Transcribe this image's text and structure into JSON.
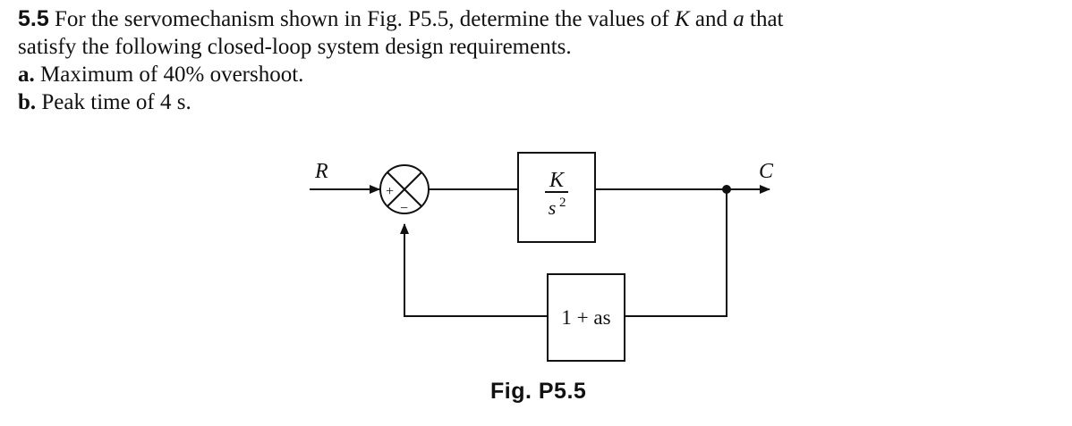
{
  "problem": {
    "number": "5.5",
    "intro_before_K": "For the servomechanism shown in Fig. P5.5, determine the values of",
    "K": "K",
    "and_word": "and",
    "a": "a",
    "intro_after_a": "that",
    "line2": "satisfy the following closed-loop system design requirements.",
    "items": [
      {
        "label": "a.",
        "text": "Maximum of 40% overshoot."
      },
      {
        "label": "b.",
        "text": "Peak time of 4 s."
      }
    ]
  },
  "diagram": {
    "input_label": "R",
    "output_label": "C",
    "junction_plus": "+",
    "junction_minus": "−",
    "forward_numerator": "K",
    "forward_denominator": "s",
    "forward_denominator_exponent": "2",
    "feedback_block": "1 + as"
  },
  "caption": "Fig. P5.5"
}
